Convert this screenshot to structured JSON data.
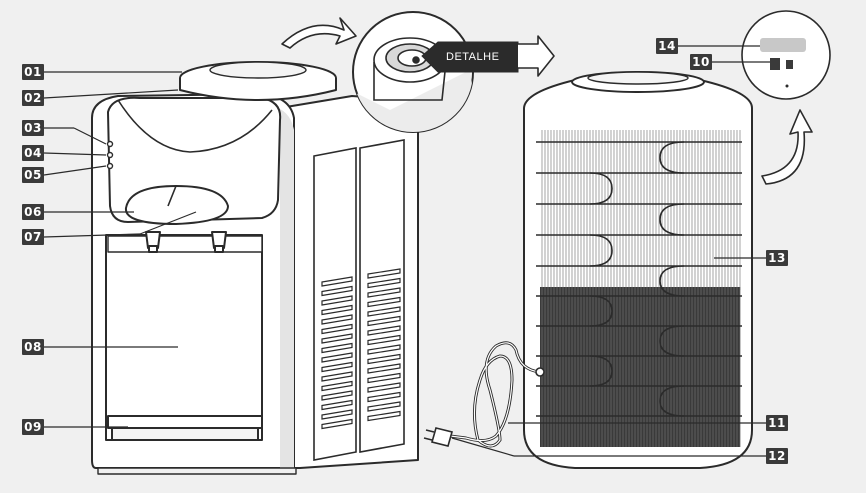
{
  "colors": {
    "background": "#f0f0f0",
    "tag_fill": "#3a3a3a",
    "tag_text": "#ffffff",
    "outline": "#2b2b2b",
    "product_fill": "#ffffff"
  },
  "callouts": {
    "c01": "01",
    "c02": "02",
    "c03": "03",
    "c04": "04",
    "c05": "05",
    "c06": "06",
    "c07": "07",
    "c08": "08",
    "c09": "09",
    "c10": "10",
    "c11": "11",
    "c12": "12",
    "c13": "13",
    "c14": "14"
  },
  "detail": {
    "label": "DETALHE"
  }
}
